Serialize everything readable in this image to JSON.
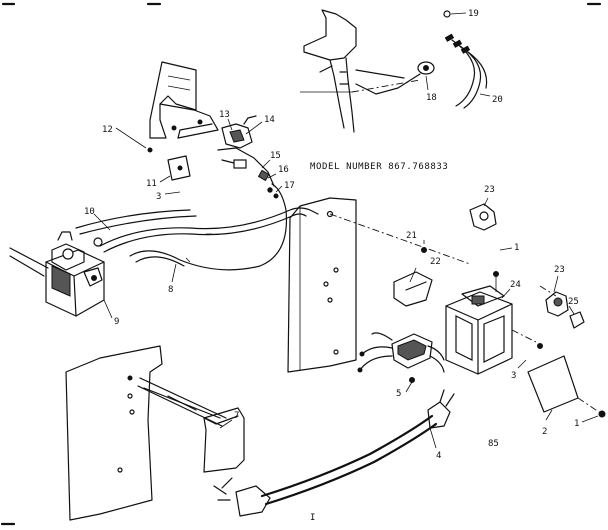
{
  "model_label": "MODEL NUMBER 867.768833",
  "corner_mark": "85",
  "bottom_mark": "I",
  "callouts": {
    "c1": "1",
    "c1b": "1",
    "c2": "2",
    "c3": "3",
    "c3b": "3",
    "c4": "4",
    "c5": "5",
    "c7": "7",
    "c8": "8",
    "c9": "9",
    "c10": "10",
    "c11": "11",
    "c12": "12",
    "c13": "13",
    "c14": "14",
    "c15": "15",
    "c16": "16",
    "c17": "17",
    "c18": "18",
    "c19": "19",
    "c20": "20",
    "c21": "21",
    "c22": "22",
    "c23": "23",
    "c23b": "23",
    "c24": "24",
    "c25": "25"
  }
}
